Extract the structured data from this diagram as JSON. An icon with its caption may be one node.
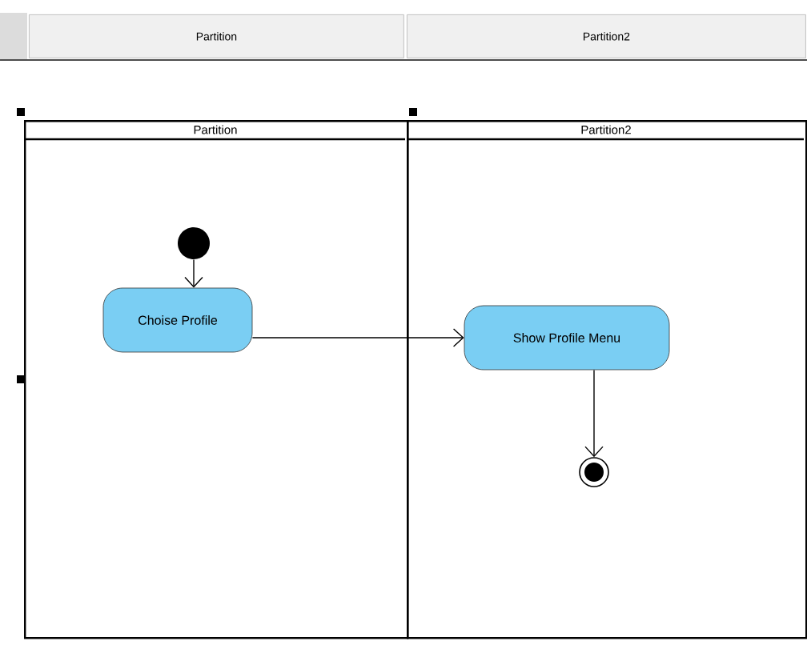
{
  "diagram": {
    "nodes": [
      {
        "text": [
          "Partition"
        ]
      },
      {
        "text": [
          "Partition2"
        ]
      },
      {
        "text": [],
        "shape": "circle",
        "in": 0
      },
      {
        "text": [
          "Choise Profile"
        ],
        "in": 0
      },
      {
        "text": [
          "Show Profile Menu"
        ],
        "in": 1
      },
      {
        "text": [],
        "shape": "circle",
        "in": 1
      }
    ],
    "edges": [
      {
        "from": 2,
        "to": 3,
        "arrow": "to"
      },
      {
        "from": 3,
        "to": 4,
        "arrow": "to"
      },
      {
        "from": 4,
        "to": 5,
        "arrow": "to"
      }
    ],
    "labels": [
      "Partition",
      "Partition2"
    ]
  }
}
